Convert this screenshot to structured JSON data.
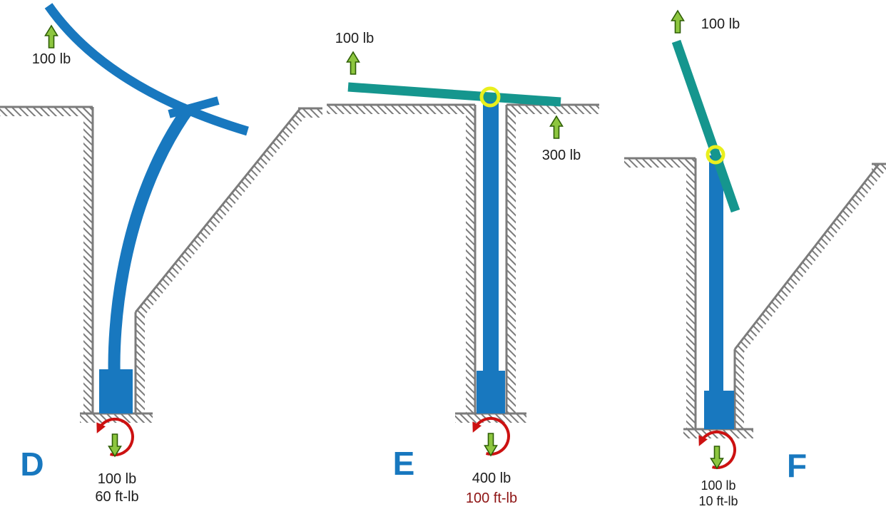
{
  "colors": {
    "member_blue": "#1878bf",
    "link_teal": "#15968e",
    "force_green": "#8dc63f",
    "force_green_outline": "#2e5e06",
    "moment_red": "#cc1111",
    "moment_text_red": "#8e1414",
    "wall_gray": "#7b7b7b",
    "pin_yellow": "#e9ef1d",
    "label_dark": "#1c1c1c",
    "panel_letter_blue": "#1878bf"
  },
  "symbols": {
    "force_arrow_icon": "green-up-arrow",
    "reaction_arrow_icon": "green-down-arrow",
    "moment_icon": "red-counterclockwise-arc-arrow",
    "pin_icon": "yellow-pin-circle"
  },
  "panels": {
    "d": {
      "letter": "D",
      "applied_force_label": "100 lb",
      "base_force_label": "100 lb",
      "base_moment_label": "60 ft-lb"
    },
    "e": {
      "letter": "E",
      "applied_force_left_label": "100 lb",
      "applied_force_right_label": "300 lb",
      "base_force_label": "400 lb",
      "base_moment_label": "100 ft-lb"
    },
    "f": {
      "letter": "F",
      "applied_force_label": "100 lb",
      "base_force_label": "100 lb",
      "base_moment_label": "10 ft-lb"
    }
  }
}
